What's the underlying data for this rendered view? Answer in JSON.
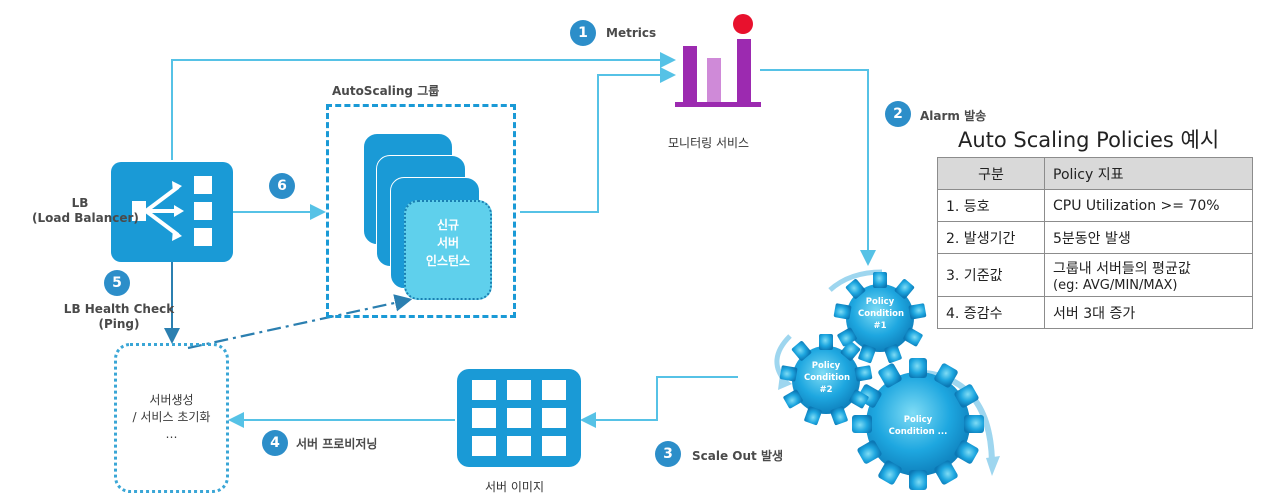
{
  "steps": {
    "metrics": {
      "num": "1",
      "label": "Metrics"
    },
    "alarm": {
      "num": "2",
      "label": "Alarm 발송"
    },
    "scale_out": {
      "num": "3",
      "label": "Scale Out 발생"
    },
    "provision": {
      "num": "4",
      "label": "서버 프로비저닝"
    },
    "health": {
      "num": "5",
      "label_line1": "LB Health Check",
      "label_line2": "(Ping)"
    },
    "route": {
      "num": "6"
    }
  },
  "lb": {
    "line1": "LB",
    "line2": "(Load Balancer)"
  },
  "autoscaling_group": {
    "label": "AutoScaling 그룹",
    "new_instance": [
      "신규",
      "서버",
      "인스턴스"
    ]
  },
  "monitoring": {
    "label": "모니터링 서비스"
  },
  "server_image": {
    "label": "서버 이미지"
  },
  "init_box": {
    "line1": "서버생성",
    "line2": "/ 서비스 초기화",
    "line3": "…"
  },
  "gears": [
    {
      "line1": "Policy",
      "line2": "Condition",
      "line3": "#1"
    },
    {
      "line1": "Policy",
      "line2": "Condition",
      "line3": "#2"
    },
    {
      "line1": "Policy",
      "line2": "Condition ...",
      "line3": ""
    }
  ],
  "policies": {
    "title": "Auto Scaling Policies 예시",
    "headers": [
      "구분",
      "Policy 지표"
    ],
    "rows": [
      {
        "name": "1. 등호",
        "value": "CPU Utilization >= 70%",
        "value2": ""
      },
      {
        "name": "2. 발생기간",
        "value": "5분동안 발생",
        "value2": ""
      },
      {
        "name": "3. 기준값",
        "value": "그룹내 서버들의 평균값",
        "value2": "(eg: AVG/MIN/MAX)"
      },
      {
        "name": "4. 증감수",
        "value": "서버 3대 증가",
        "value2": ""
      }
    ]
  },
  "colors": {
    "accent_blue": "#1a9ad6",
    "arrow_blue": "#56c2e6",
    "badge_blue": "#2c8ec9",
    "chart_purple": "#9c2ab0",
    "chart_light_purple": "#cf8ad8",
    "alarm_red": "#e8112d",
    "table_header": "#d9d9d9"
  },
  "icons": {
    "lb": "load-balancer-icon",
    "monitoring": "bar-chart-icon",
    "server_image": "grid-icon",
    "gears": "gear-icon"
  }
}
